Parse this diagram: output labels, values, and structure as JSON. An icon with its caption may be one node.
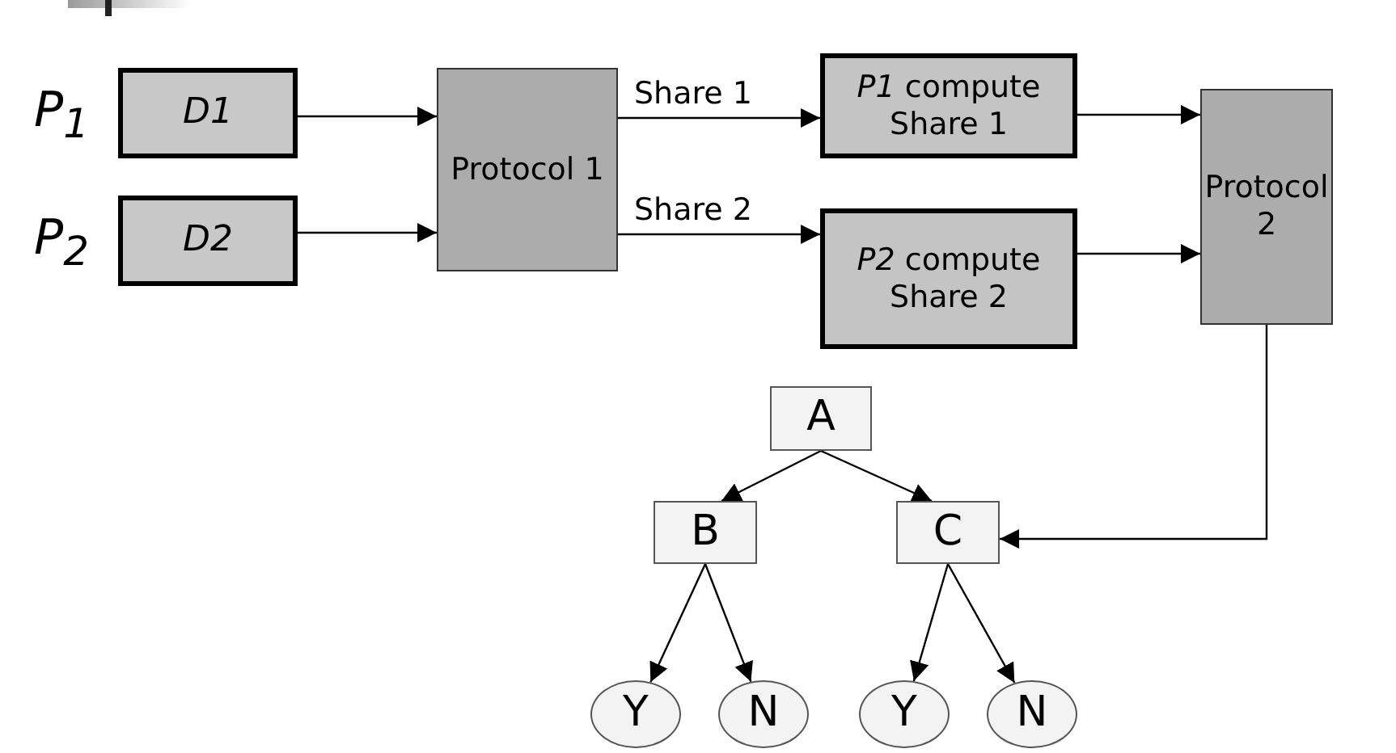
{
  "diagram": {
    "nodes": [
      {
        "text": [
          "D1"
        ],
        "beside": [
          "P$_{1}$"
        ]
      },
      {
        "text": [
          "D2"
        ],
        "beside": [
          "P$_{2}$"
        ]
      },
      {
        "text": [
          "Protocol 1"
        ]
      },
      {
        "text": [
          "*P1* compute Share 1"
        ]
      },
      {
        "text": [
          "*P2* compute Share 2"
        ]
      },
      {
        "text": [
          "Protocol 2"
        ]
      },
      {
        "text": [
          "A"
        ]
      },
      {
        "text": [
          "B"
        ]
      },
      {
        "text": [
          "C"
        ]
      },
      {
        "text": [
          "Y"
        ]
      },
      {
        "text": [
          "N"
        ]
      },
      {
        "text": [
          "Y"
        ]
      },
      {
        "text": [
          "N"
        ]
      }
    ],
    "edges": [
      {
        "from": 0,
        "to": 2,
        "arrow": "to"
      },
      {
        "from": 1,
        "to": 2,
        "arrow": "to"
      },
      {
        "from": 2,
        "to": 3,
        "label": "Share 1",
        "arrow": "to"
      },
      {
        "from": 2,
        "to": 4,
        "label": "Share 2",
        "arrow": "to"
      },
      {
        "from": 3,
        "to": 5,
        "arrow": "to"
      },
      {
        "from": 4,
        "to": 5,
        "arrow": "to"
      },
      {
        "from": 5,
        "to": 8,
        "arrow": "to"
      },
      {
        "from": 6,
        "to": 7,
        "arrow": "to"
      },
      {
        "from": 6,
        "to": 8,
        "arrow": "to"
      },
      {
        "from": 7,
        "to": 9,
        "arrow": "to"
      },
      {
        "from": 7,
        "to": 10,
        "arrow": "to"
      },
      {
        "from": 8,
        "to": 11,
        "arrow": "to"
      },
      {
        "from": 8,
        "to": 12,
        "arrow": "to"
      }
    ]
  }
}
